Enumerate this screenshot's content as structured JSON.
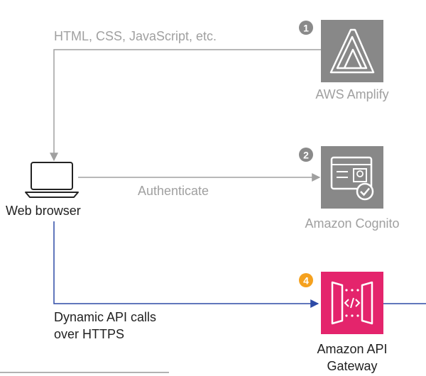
{
  "labels": {
    "html_css_js": "HTML, CSS, JavaScript, etc.",
    "authenticate": "Authenticate",
    "dynamic_api_line1": "Dynamic API calls",
    "dynamic_api_line2": "over HTTPS"
  },
  "web_browser": {
    "label": "Web browser",
    "icon": "laptop-icon"
  },
  "services": {
    "amplify": {
      "step": "1",
      "label": "AWS Amplify",
      "icon": "aws-amplify-icon"
    },
    "cognito": {
      "step": "2",
      "label": "Amazon Cognito",
      "icon": "amazon-cognito-icon"
    },
    "api_gateway": {
      "step": "4",
      "label_line1": "Amazon API",
      "label_line2": "Gateway",
      "icon": "api-gateway-icon"
    }
  },
  "colors": {
    "muted_gray": "#a0a0a0",
    "service_gray": "#888888",
    "api_pink": "#e4246c",
    "step_orange": "#f5a11e",
    "arrow_blue": "#2d4aa6",
    "text_dark": "#1f1f1f"
  }
}
